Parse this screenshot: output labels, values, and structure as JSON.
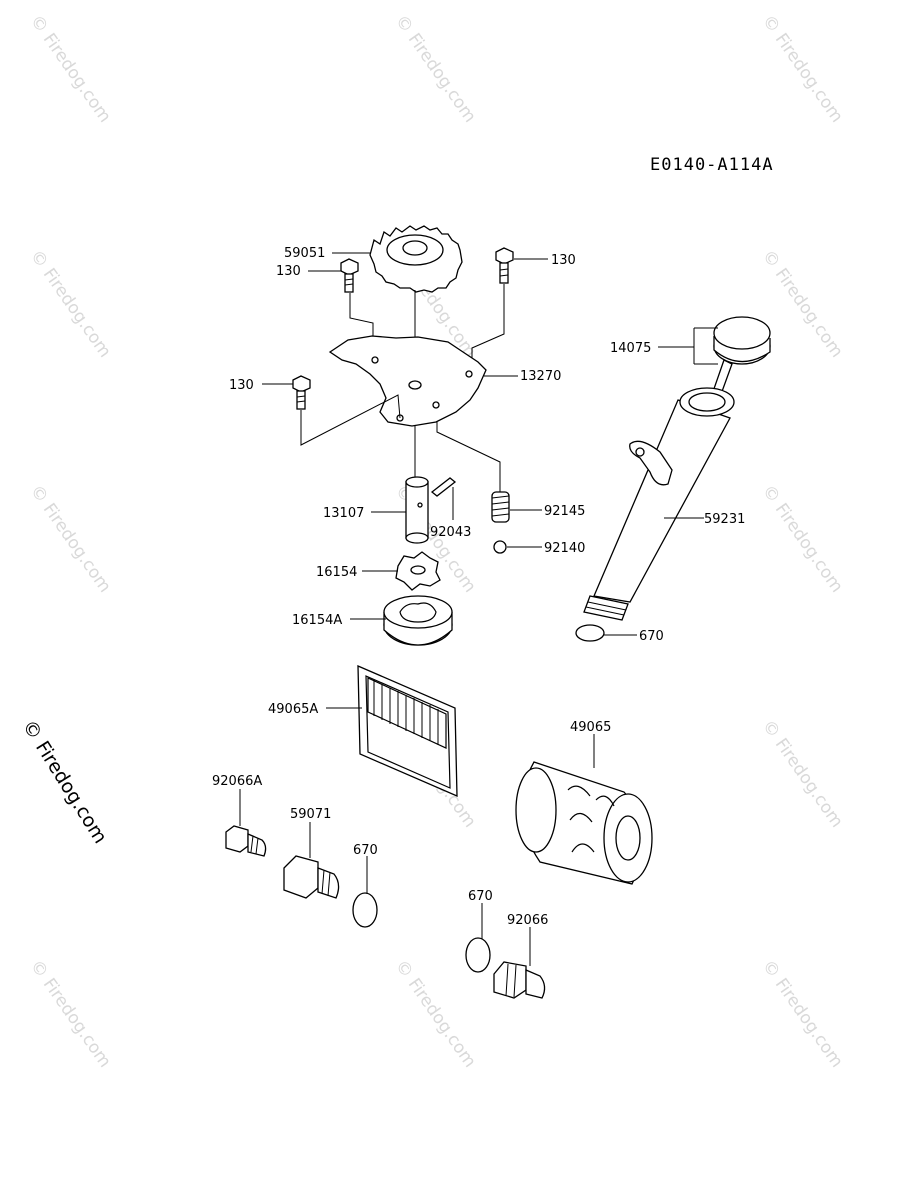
{
  "diagram_code": "E0140-A114A",
  "watermark": "© Firedog.com",
  "side_copyright": "© Firedog.com",
  "parts": {
    "gear": "59051",
    "bolt_left_top": "130",
    "bolt_right_top": "130",
    "bolt_left": "130",
    "plate": "13270",
    "shaft": "13107",
    "pin": "92043",
    "spring": "92145",
    "ball": "92140",
    "inner_rotor": "16154",
    "outer_rotor": "16154A",
    "dipstick": "14075",
    "filler_tube": "59231",
    "oring_tube": "670",
    "screen": "49065A",
    "oil_filter": "49065",
    "plug_a": "92066A",
    "fitting": "59071",
    "oring_left": "670",
    "oring_right": "670",
    "plug": "92066"
  }
}
